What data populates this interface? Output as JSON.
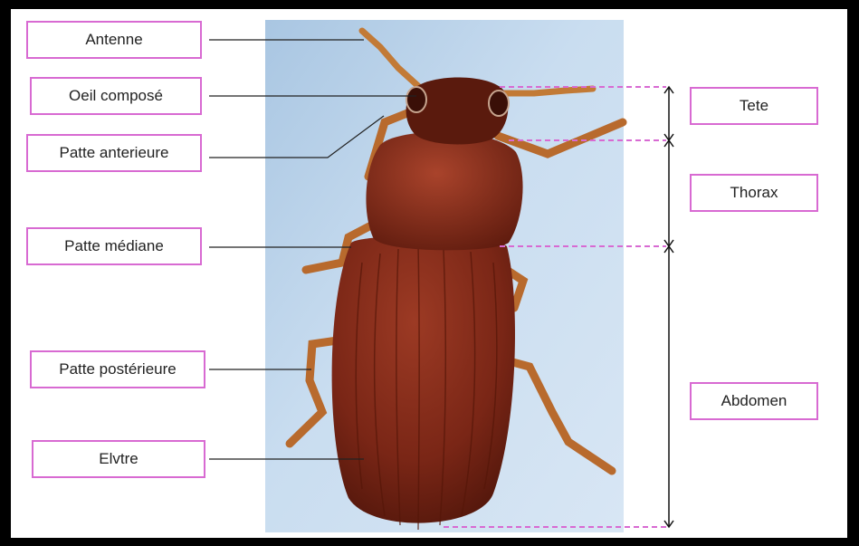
{
  "left_labels": [
    {
      "id": "antenne",
      "text": "Antenne"
    },
    {
      "id": "oeil",
      "text": "Oeil composé"
    },
    {
      "id": "patte-ant",
      "text": "Patte anterieure"
    },
    {
      "id": "patte-med",
      "text": "Patte médiane"
    },
    {
      "id": "patte-post",
      "text": "Patte postérieure"
    },
    {
      "id": "elytre",
      "text": "Elvtre"
    }
  ],
  "right_labels": [
    {
      "id": "tete",
      "text": "Tete"
    },
    {
      "id": "thorax",
      "text": "Thorax"
    },
    {
      "id": "abdomen",
      "text": "Abdomen"
    }
  ],
  "colors": {
    "frame": "#000000",
    "label_border": "#d86ad2",
    "dashed_line": "#d86ad2",
    "photo_background": "#bcd6ee",
    "beetle": "#7a2616"
  }
}
